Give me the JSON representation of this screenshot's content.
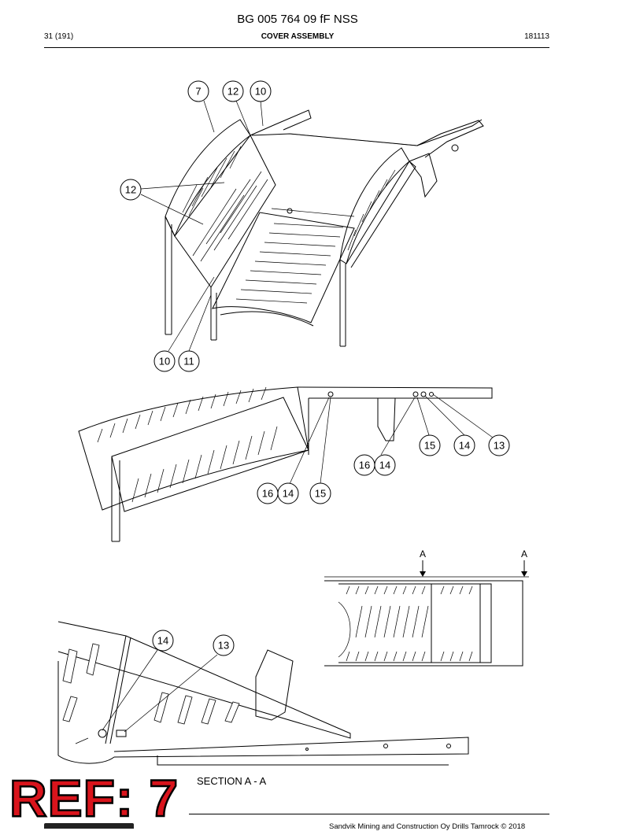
{
  "header": {
    "doc_number": "BG 005 764 09 fF NSS",
    "page": "31 (191)",
    "title": "COVER ASSEMBLY",
    "date_code": "181113"
  },
  "views": {
    "iso_callouts": [
      "7",
      "12",
      "10",
      "12",
      "10",
      "11"
    ],
    "side_callouts": [
      "15",
      "14",
      "13",
      "16",
      "14",
      "16",
      "14",
      "15"
    ],
    "top_section_markers": [
      "A",
      "A"
    ],
    "section_callouts": [
      "14",
      "13"
    ],
    "section_label": "SECTION A - A"
  },
  "stamp": {
    "text": "REF: 7"
  },
  "footer": {
    "text": "Sandvik Mining and Construction Oy Drills Tamrock © 2018"
  }
}
